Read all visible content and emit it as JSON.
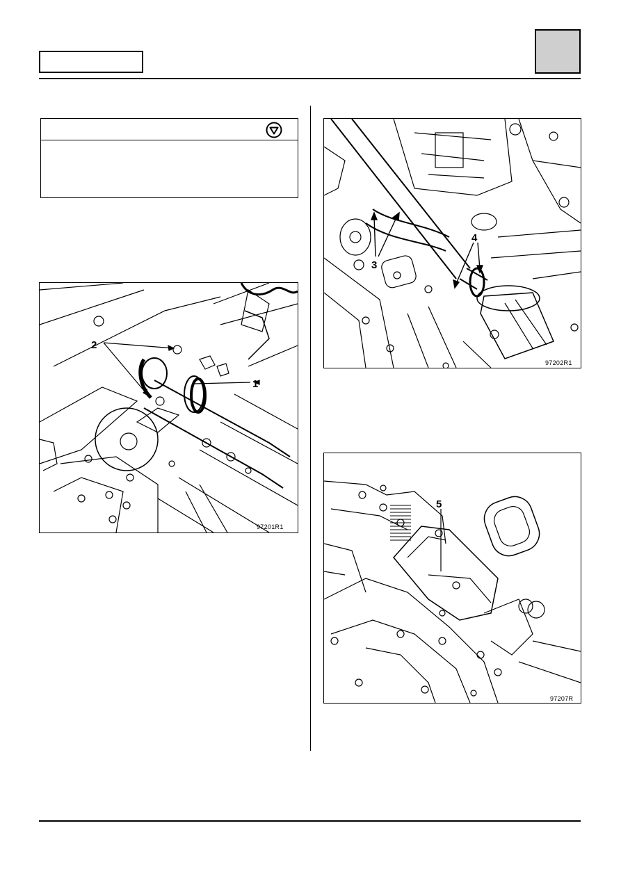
{
  "header": {
    "section_box_label": "",
    "tab_label": ""
  },
  "warning": {
    "icon": "stop-sign-icon",
    "text": ""
  },
  "figures": [
    {
      "ref": "97201R1",
      "callouts": [
        "2",
        "1"
      ]
    },
    {
      "ref": "97202R1",
      "callouts": [
        "3",
        "4"
      ]
    },
    {
      "ref": "97207R",
      "callouts": [
        "5"
      ]
    }
  ]
}
